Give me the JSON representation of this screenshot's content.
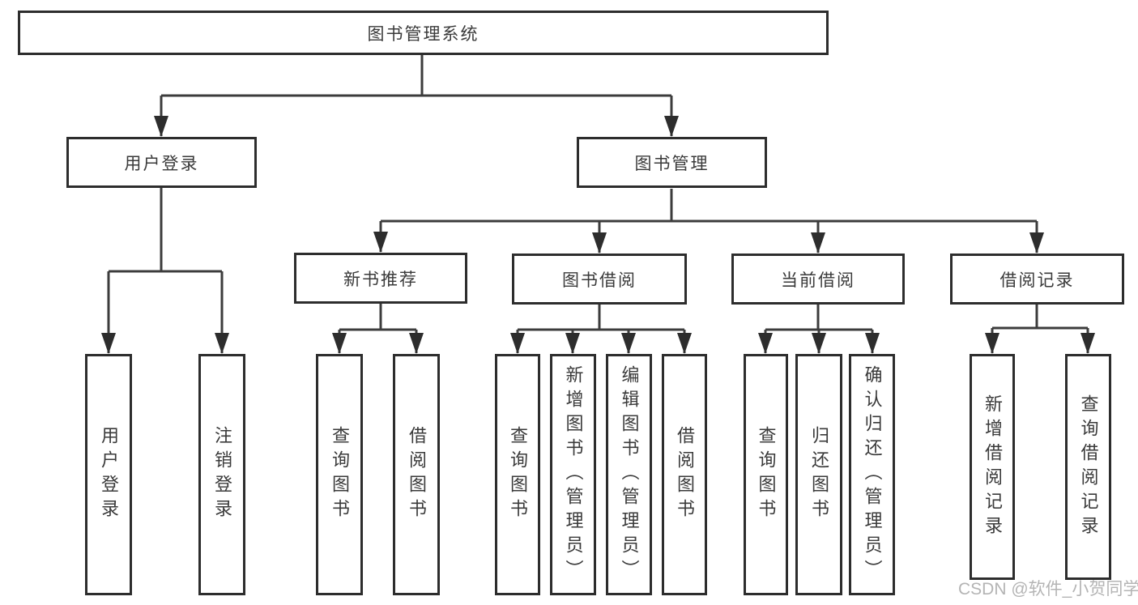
{
  "diagram": {
    "root_label": "图书管理系统",
    "level2": [
      {
        "label": "用户登录",
        "leaves": [
          "用户登录",
          "注销登录"
        ]
      },
      {
        "label": "图书管理"
      }
    ],
    "level3": [
      {
        "label": "新书推荐",
        "leaves": [
          "查询图书",
          "借阅图书"
        ]
      },
      {
        "label": "图书借阅",
        "leaves": [
          "查询图书",
          "新增图书（管理员）",
          "编辑图书（管理员）",
          "借阅图书"
        ]
      },
      {
        "label": "当前借阅",
        "leaves": [
          "查询图书",
          "归还图书",
          "确认归还（管理员）"
        ]
      },
      {
        "label": "借阅记录",
        "leaves": [
          "新增借阅记录",
          "查询借阅记录"
        ]
      }
    ],
    "watermark": "CSDN @软件_小贺同学",
    "colors": {
      "line": "#3c3c3c",
      "box_border": "#2d2d2d",
      "text": "#3a3a3a",
      "watermark": "#b4b4b4",
      "background": "#ffffff"
    }
  }
}
